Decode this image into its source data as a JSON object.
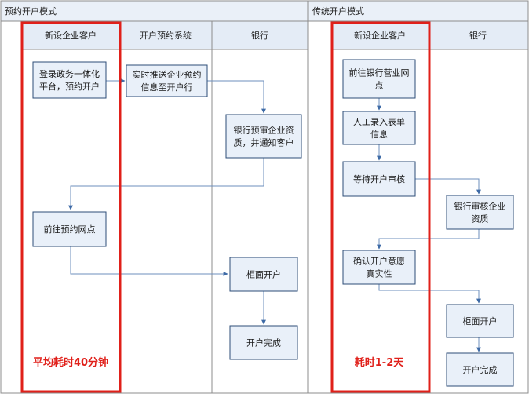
{
  "colors": {
    "header_bg": "#eaf0f8",
    "lane_header_bg": "#e4ecf6",
    "box_fill": "#e9f0f9",
    "box_stroke": "#2d4d77",
    "line": "#6c8fbe",
    "arrow": "#3d6aa6",
    "grid": "#8c8c8c",
    "highlight": "#e0201a"
  },
  "panels": {
    "appointment": {
      "title": "预约开户模式",
      "lanes": [
        "新设企业客户",
        "开户预约系统",
        "银行"
      ],
      "steps": {
        "login": "登录政务一体化\n平台，预约开户",
        "push": "实时推送企业预约\n信息至开户行",
        "bank_review": "银行预审企业资\n质，并通知客户",
        "goto_branch": "前往预约网点",
        "counter": "柜面开户",
        "done": "开户完成"
      },
      "time_label": "平均耗时40分钟"
    },
    "traditional": {
      "title": "传统开户模式",
      "lanes": [
        "新设企业客户",
        "银行"
      ],
      "steps": {
        "goto_bank": "前往银行营业网\n点",
        "manual_form": "人工录入表单\n信息",
        "wait_review": "等待开户审核",
        "bank_review": "银行审核企业\n资质",
        "confirm": "确认开户意愿\n真实性",
        "counter": "柜面开户",
        "done": "开户完成"
      },
      "time_label": "耗时1-2天"
    }
  }
}
